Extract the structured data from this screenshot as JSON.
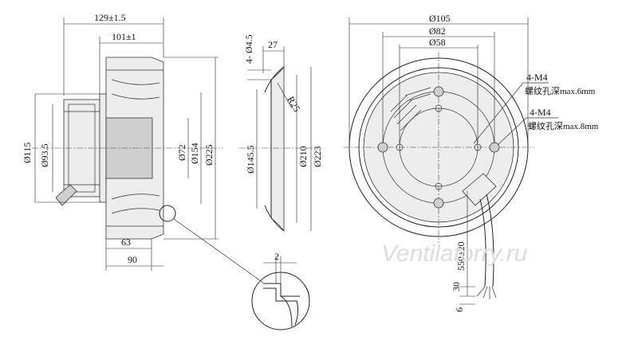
{
  "drawing": {
    "watermark": "Ventilatorry.ru",
    "side_view": {
      "width_total": "129±1.5",
      "width_inner": "101±1",
      "dia_115": "Ø115",
      "dia_93_5": "Ø93.5",
      "dia_72": "Ø72",
      "dia_154": "Ø154",
      "dia_225": "Ø225",
      "len_63": "63",
      "len_90": "90"
    },
    "ring_view": {
      "offset": "4- Ø4.5",
      "width_27": "27",
      "radius": "R25",
      "dia_145_5": "Ø145.5",
      "dia_210": "Ø210",
      "dia_223": "Ø223"
    },
    "detail": {
      "gap": "2"
    },
    "front_view": {
      "dia_105": "Ø105",
      "dia_82": "Ø82",
      "dia_58": "Ø58",
      "note1_title": "4-M4",
      "note1_text": "螺纹孔深max.6mm",
      "note2_title": "4-M4",
      "note2_text": "螺纹孔深max.8mm",
      "cable_len": "550±20",
      "strip_len": "30",
      "end_len": "6"
    }
  }
}
